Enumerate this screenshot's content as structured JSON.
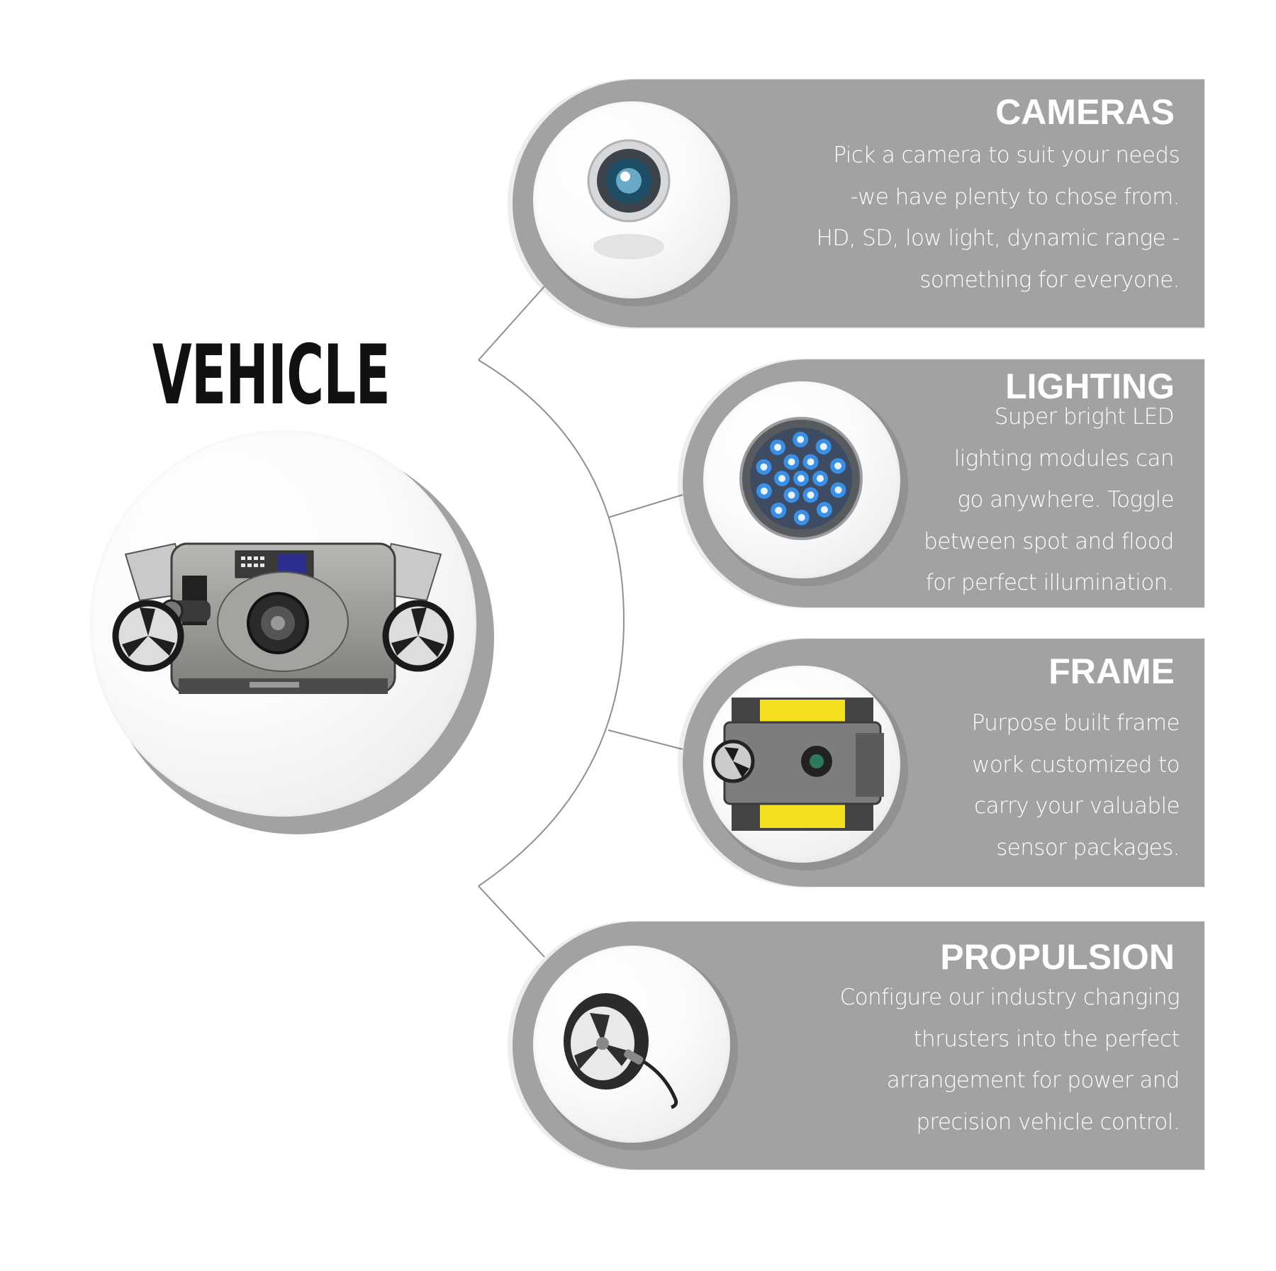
{
  "title": "VEHICLE",
  "colors": {
    "panel": "#a0a2a4",
    "panel_text": "#ffffff",
    "title_text": "#111111",
    "connector": "#8e9092",
    "frame_yellow": "#f4e01e",
    "light_blue": "#3a8fe6"
  },
  "features": [
    {
      "name": "CAMERAS",
      "icon": "camera-icon",
      "description": "Pick a camera to suit your needs\n-we have plenty to chose from.\nHD, SD, low light, dynamic range -\nsomething for everyone."
    },
    {
      "name": "LIGHTING",
      "icon": "led-light-icon",
      "description": "Super bright LED\nlighting modules can\ngo anywhere.  Toggle\nbetween spot and flood\nfor perfect illumination."
    },
    {
      "name": "FRAME",
      "icon": "frame-icon",
      "description": "Purpose built frame\nwork customized to\ncarry your valuable\nsensor packages."
    },
    {
      "name": "PROPULSION",
      "icon": "thruster-icon",
      "description": "Configure our industry changing\nthrusters into the perfect\narrangement for power and\nprecision vehicle control."
    }
  ],
  "vehicle_icon": "underwater-rov-icon"
}
